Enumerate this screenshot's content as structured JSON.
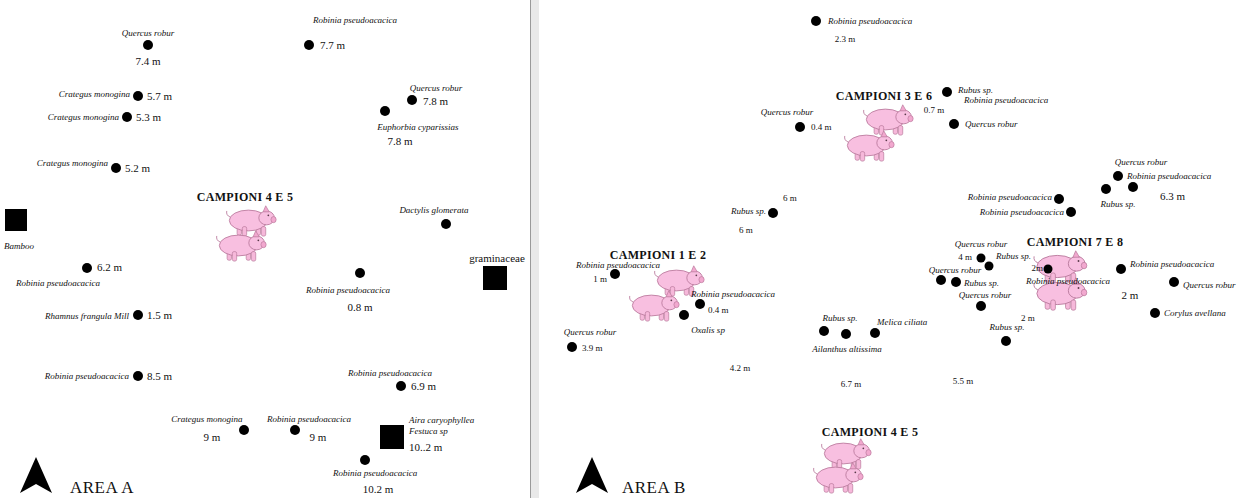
{
  "diagram": {
    "labels": [
      "Quercus robur",
      "7.4 m",
      "Robinia pseudoacacica",
      "7.7 m",
      "Quercus robur",
      "7.8 m",
      "Euphorbia cyparissias",
      "7.8 m",
      "Crategus monogina",
      "5.7 m",
      "Crategus monogina",
      "5.3 m",
      "Crategus monogina",
      "5.2 m",
      "CAMPIONI 4 E 5",
      "Bamboo",
      "Dactylis glomerata",
      "graminaceae",
      "6.2 m",
      "Robinia pseudoacacica",
      "Robinia pseudoacacica",
      "0.8 m",
      "Rhamnus frangula Mill",
      "1.5 m",
      "Robinia pseudoacacica",
      "8.5 m",
      "Robinia pseudoacacica",
      "6.9 m",
      "Crategus monogina",
      "9 m",
      "Robinia pseudoacacica",
      "9 m",
      "Aira caryophyllea",
      "Festuca sp",
      "10..2 m",
      "Robinia pseudoacacica",
      "10.2 m",
      "AREA A",
      "Robinia pseudoacacica",
      "2.3 m",
      "CAMPIONI 3 E 6",
      "Rubus sp.",
      "Robinia pseudoacacica",
      "0.7 m",
      "Quercus robur",
      "Quercus robur",
      "0.4 m",
      "Quercus robur",
      "Robinia pseudoacacica",
      "Rubus sp.",
      "6.3 m",
      "Robinia pseudoacacica",
      "Robinia pseudoacacica",
      "6 m",
      "Rubus sp.",
      "6 m",
      "CAMPIONI 7 E 8",
      "Quercus robur",
      "Rubus sp.",
      "4 m",
      "Quercus robur",
      "Rubus sp.",
      "Quercus robur",
      "2m",
      "Robinia pseudoacacica",
      "2 m",
      "Robinia pseudoacacica",
      "2 m",
      "Quercus robur",
      "Corylus avellana",
      "Rubus sp.",
      "5.5 m",
      "CAMPIONI 1 E 2",
      "Robinia pseudoacacica",
      "1 m",
      "Robinia pseudoacacica",
      "0.4 m",
      "Oxalis sp",
      "Quercus robur",
      "3.9 m",
      "Rubus sp.",
      "Melica ciliata",
      "Ailanthus altissima",
      "4.2 m",
      "6.7 m",
      "CAMPIONI 4 E 5",
      "AREA B"
    ]
  }
}
